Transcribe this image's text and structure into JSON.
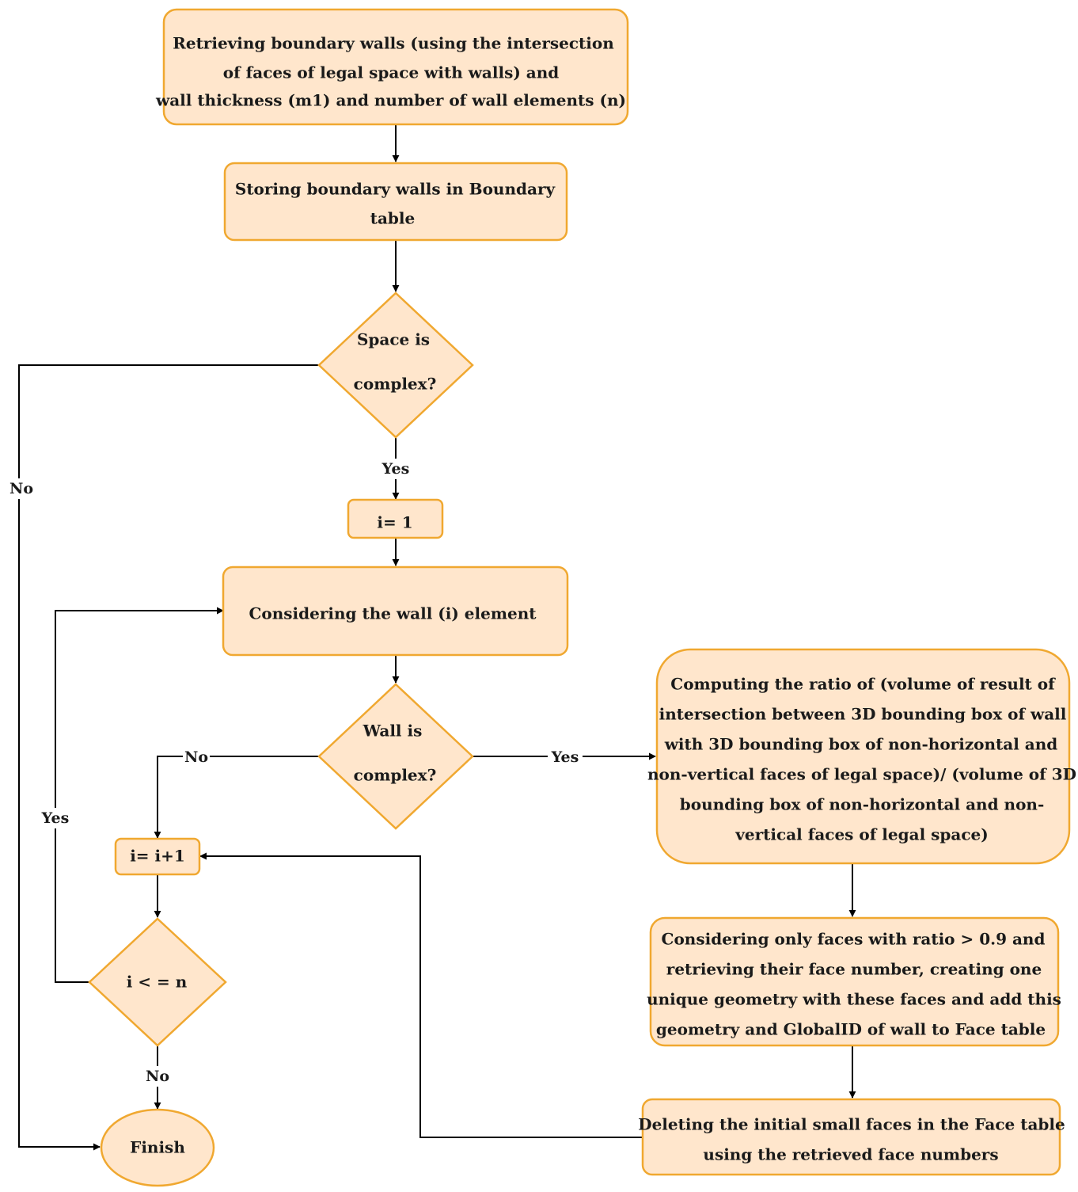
{
  "nodes": {
    "retrieve_walls": [
      "Retrieving boundary walls (using the intersection",
      "of faces of legal space with walls) and",
      "wall thickness (m1) and number of wall elements (n)"
    ],
    "store_walls": [
      "Storing boundary walls in Boundary",
      "table"
    ],
    "space_complex": [
      "Space is",
      "complex?"
    ],
    "init_i": [
      "i= 1"
    ],
    "consider_wall": [
      "Considering the wall (i) element"
    ],
    "wall_complex": [
      "Wall is",
      "complex?"
    ],
    "increment_i": [
      "i= i+1"
    ],
    "loop_check": [
      "i < = n"
    ],
    "finish": [
      "Finish"
    ],
    "compute_ratio": [
      "Computing the ratio of (volume of result of",
      "intersection between 3D bounding box of wall",
      "with 3D bounding box of non-horizontal and",
      "non-vertical faces of legal space)/ (volume of 3D",
      "bounding box of non-horizontal and non-",
      "vertical faces of legal space)"
    ],
    "consider_faces": [
      "Considering only faces with ratio > 0.9 and",
      "retrieving their face number, creating one",
      "unique geometry with these faces and add this",
      "geometry and GlobalID of wall to Face table"
    ],
    "delete_faces": [
      "Deleting the initial small faces in the Face table",
      "using the retrieved face numbers"
    ]
  },
  "edge_labels": {
    "space_yes": "Yes",
    "space_no": "No",
    "wall_no": "No",
    "wall_yes": "Yes",
    "loop_yes": "Yes",
    "loop_no": "No"
  },
  "colors": {
    "node_fill": "#ffe6cc",
    "node_stroke": "#f0a830"
  }
}
